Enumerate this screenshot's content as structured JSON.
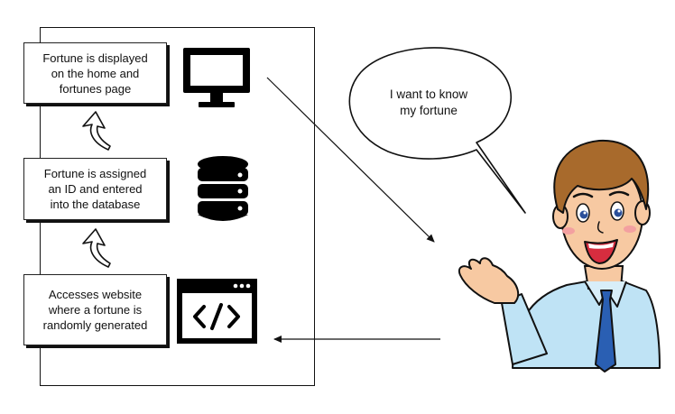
{
  "steps": [
    {
      "line1": "Fortune is displayed",
      "line2": "on the home and",
      "line3": "fortunes page"
    },
    {
      "line1": "Fortune is assigned",
      "line2": "an ID and entered",
      "line3": "into the database"
    },
    {
      "line1": "Accesses website",
      "line2": "where a fortune is",
      "line3": "randomly generated"
    }
  ],
  "speech": {
    "line1": "I want to know",
    "line2": "my fortune"
  },
  "icons": [
    "monitor-icon",
    "database-icon",
    "code-window-icon",
    "person-illustration"
  ]
}
